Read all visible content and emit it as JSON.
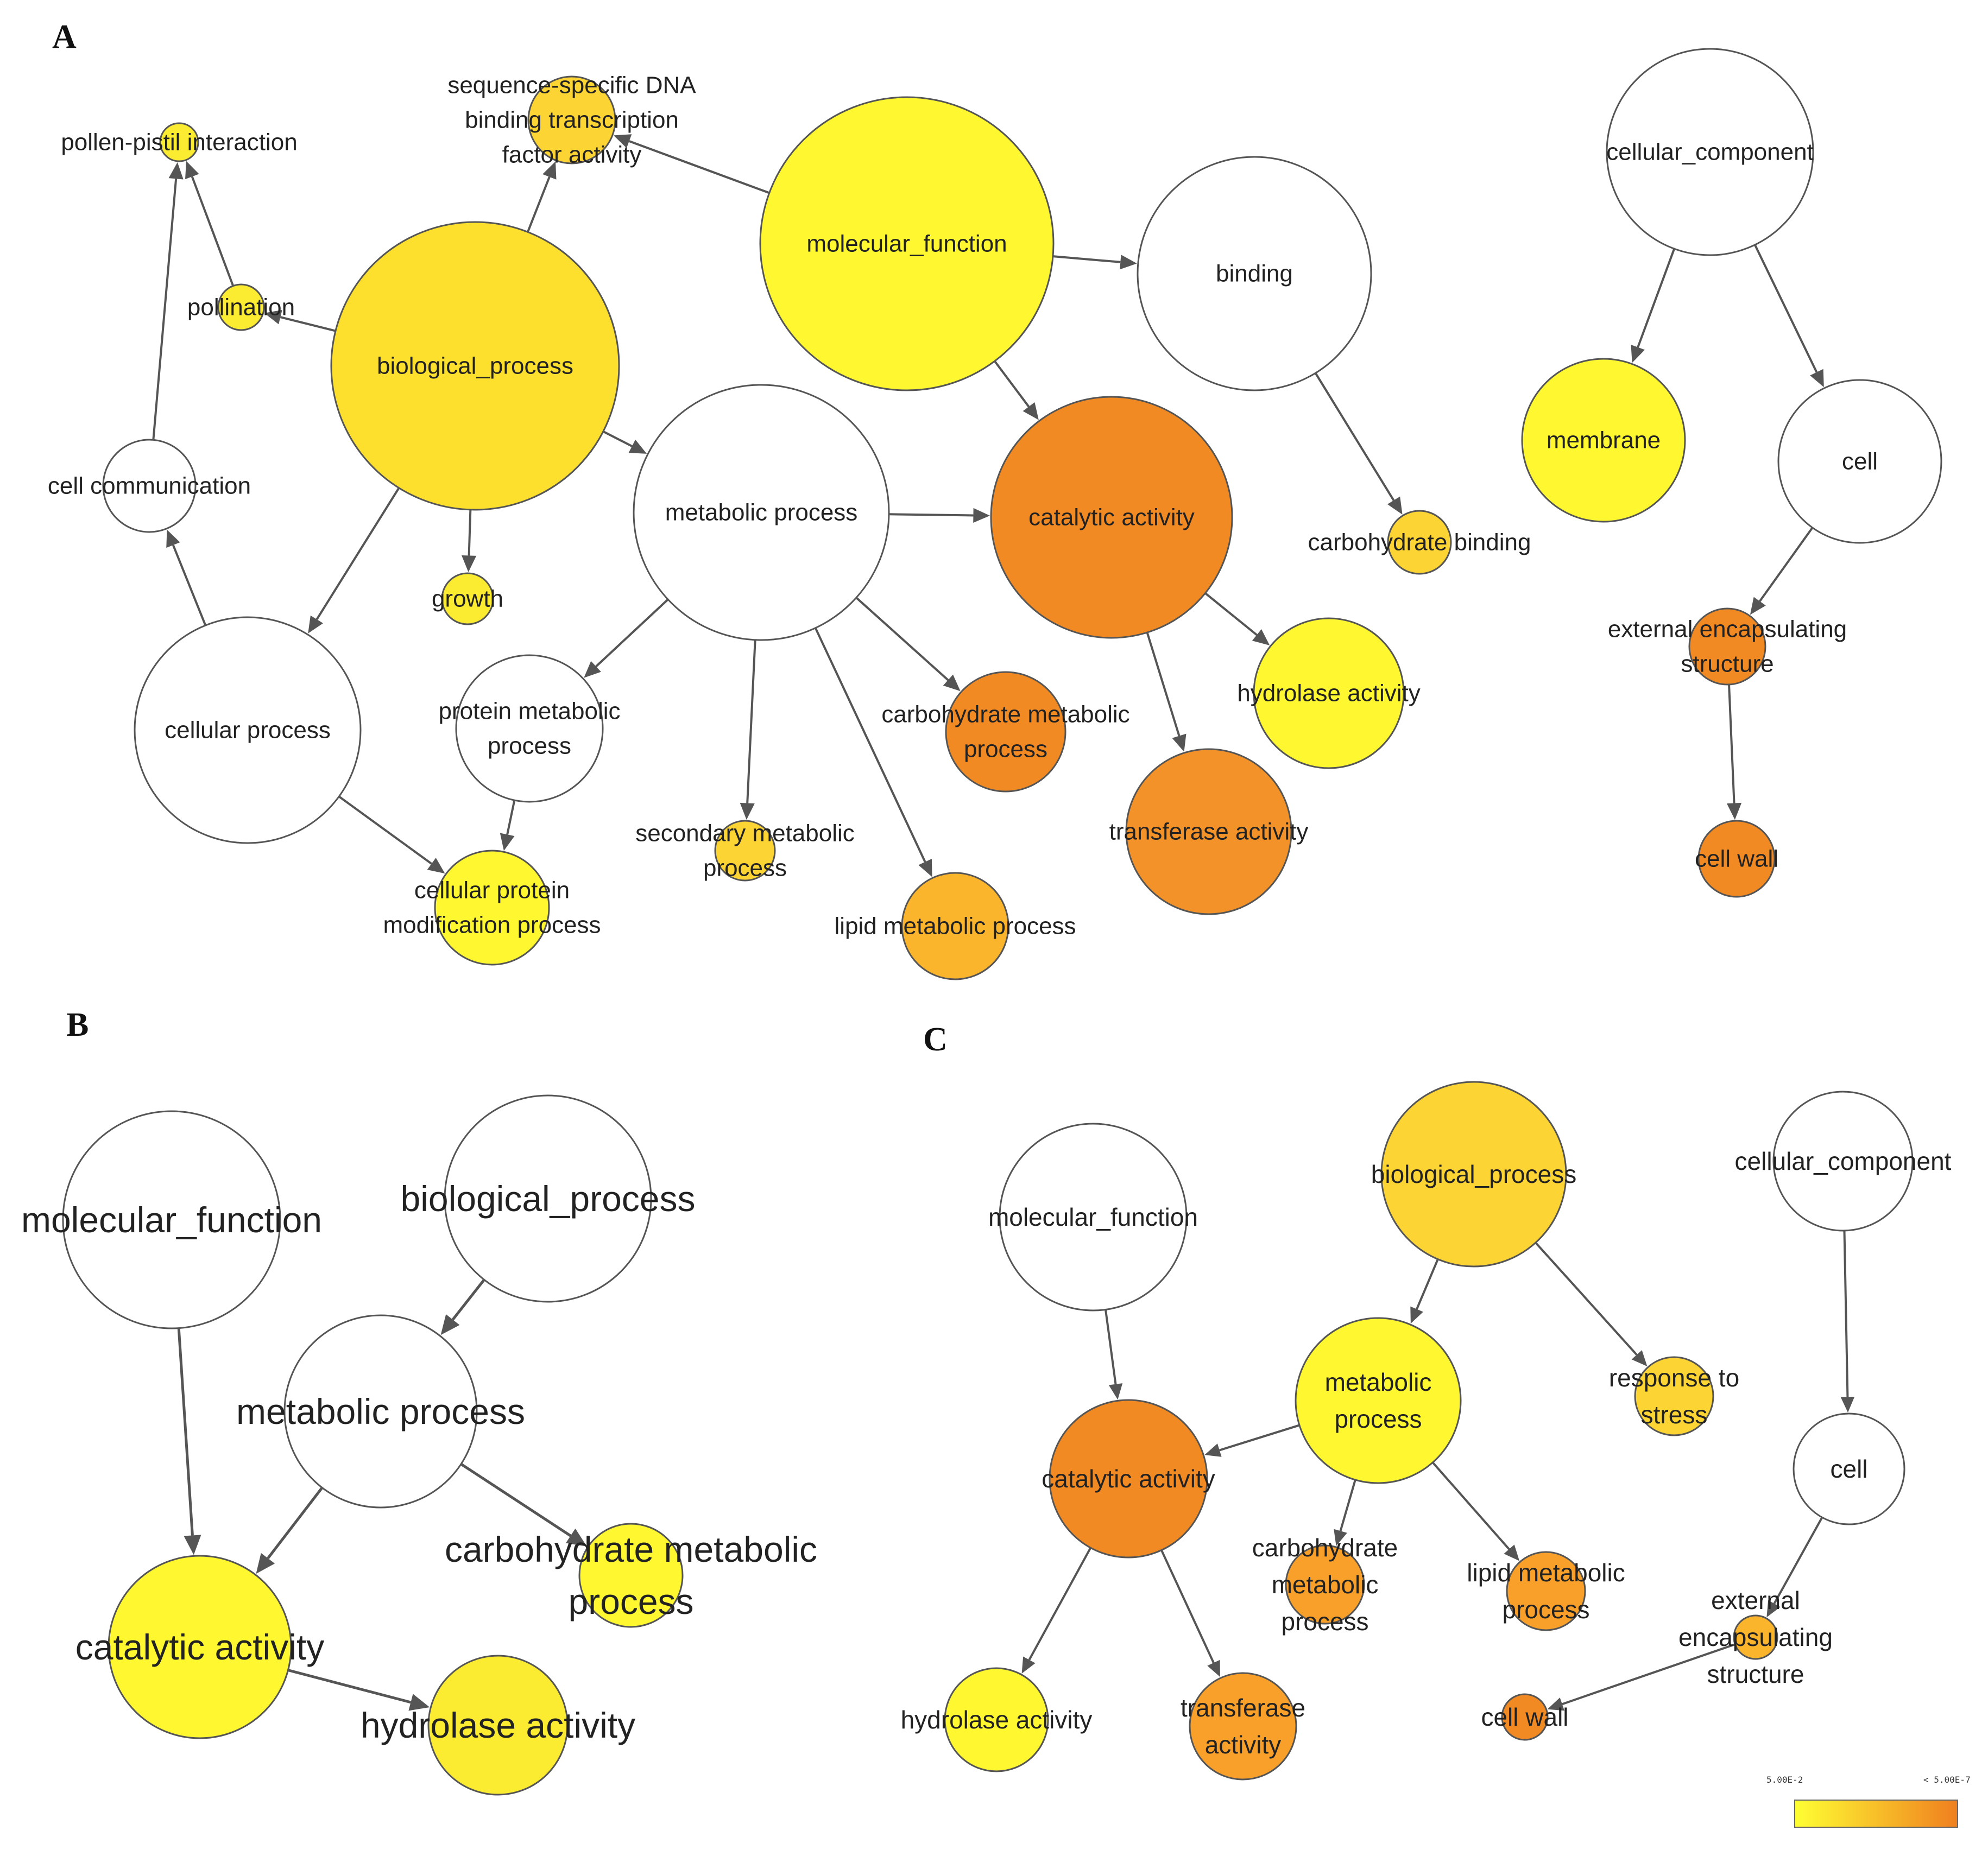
{
  "colors": {
    "white": "#ffffff",
    "yellow": "#fff830",
    "yellow2": "#fbeb31",
    "gold": "#fde02e",
    "gold2": "#fcd433",
    "amber": "#fbb52d",
    "orange": "#f8a02a",
    "dorange": "#f39229",
    "deep": "#f28a24",
    "scale_low": "#ffff33",
    "scale_high": "#f07f1f"
  },
  "panels": [
    {
      "id": "A",
      "nodes": [
        {
          "id": "pollen-pistil",
          "lines": [
            "pollen-pistil interaction"
          ],
          "color": "yellow2"
        },
        {
          "id": "seq-dna",
          "lines": [
            "sequence-specific DNA",
            "binding transcription",
            "factor activity"
          ],
          "color": "gold2"
        },
        {
          "id": "pollination",
          "lines": [
            "pollination"
          ],
          "color": "yellow2"
        },
        {
          "id": "biological",
          "lines": [
            "biological_process"
          ],
          "color": "gold"
        },
        {
          "id": "molecular",
          "lines": [
            "molecular_function"
          ],
          "color": "yellow"
        },
        {
          "id": "binding",
          "lines": [
            "binding"
          ],
          "color": "white"
        },
        {
          "id": "cellular-component",
          "lines": [
            "cellular_component"
          ],
          "color": "white"
        },
        {
          "id": "membrane",
          "lines": [
            "membrane"
          ],
          "color": "yellow"
        },
        {
          "id": "cell",
          "lines": [
            "cell"
          ],
          "color": "white"
        },
        {
          "id": "cell-communication",
          "lines": [
            "cell communication"
          ],
          "color": "white"
        },
        {
          "id": "metabolic",
          "lines": [
            "metabolic process"
          ],
          "color": "white"
        },
        {
          "id": "catalytic",
          "lines": [
            "catalytic activity"
          ],
          "color": "deep"
        },
        {
          "id": "carb-binding",
          "lines": [
            "carbohydrate binding"
          ],
          "color": "gold2"
        },
        {
          "id": "growth",
          "lines": [
            "growth"
          ],
          "color": "yellow2"
        },
        {
          "id": "external",
          "lines": [
            "external encapsulating",
            "structure"
          ],
          "color": "deep"
        },
        {
          "id": "cellular-process",
          "lines": [
            "cellular process"
          ],
          "color": "white"
        },
        {
          "id": "protein-metabolic",
          "lines": [
            "protein metabolic",
            "process"
          ],
          "color": "white"
        },
        {
          "id": "carb-metabolic",
          "lines": [
            "carbohydrate metabolic",
            "process"
          ],
          "color": "deep"
        },
        {
          "id": "hydrolase",
          "lines": [
            "hydrolase activity"
          ],
          "color": "yellow"
        },
        {
          "id": "transferase",
          "lines": [
            "transferase activity"
          ],
          "color": "dorange"
        },
        {
          "id": "secondary",
          "lines": [
            "secondary metabolic",
            "process"
          ],
          "color": "gold2"
        },
        {
          "id": "cellular-protein",
          "lines": [
            "cellular protein",
            "modification process"
          ],
          "color": "yellow"
        },
        {
          "id": "lipid",
          "lines": [
            "lipid metabolic process"
          ],
          "color": "amber"
        },
        {
          "id": "cell-wall",
          "lines": [
            "cell wall"
          ],
          "color": "deep"
        }
      ],
      "edges": [
        [
          "biological",
          "seq-dna"
        ],
        [
          "molecular",
          "seq-dna"
        ],
        [
          "biological",
          "pollination"
        ],
        [
          "pollination",
          "pollen-pistil"
        ],
        [
          "cell-communication",
          "pollen-pistil"
        ],
        [
          "cellular-process",
          "cell-communication"
        ],
        [
          "biological",
          "cellular-process"
        ],
        [
          "biological",
          "growth"
        ],
        [
          "biological",
          "metabolic"
        ],
        [
          "molecular",
          "binding"
        ],
        [
          "molecular",
          "catalytic"
        ],
        [
          "binding",
          "carb-binding"
        ],
        [
          "metabolic",
          "catalytic"
        ],
        [
          "metabolic",
          "protein-metabolic"
        ],
        [
          "metabolic",
          "carb-metabolic"
        ],
        [
          "metabolic",
          "secondary"
        ],
        [
          "metabolic",
          "lipid"
        ],
        [
          "catalytic",
          "hydrolase"
        ],
        [
          "catalytic",
          "transferase"
        ],
        [
          "protein-metabolic",
          "cellular-protein"
        ],
        [
          "cellular-process",
          "cellular-protein"
        ],
        [
          "cellular-component",
          "membrane"
        ],
        [
          "cellular-component",
          "cell"
        ],
        [
          "cell",
          "external"
        ],
        [
          "external",
          "cell-wall"
        ]
      ]
    },
    {
      "id": "B",
      "nodes": [
        {
          "id": "molecular",
          "lines": [
            "molecular_function"
          ],
          "color": "white"
        },
        {
          "id": "biological",
          "lines": [
            "biological_process"
          ],
          "color": "white"
        },
        {
          "id": "metabolic",
          "lines": [
            "metabolic process"
          ],
          "color": "white"
        },
        {
          "id": "catalytic",
          "lines": [
            "catalytic activity"
          ],
          "color": "yellow"
        },
        {
          "id": "carb-metabolic",
          "lines": [
            "carbohydrate metabolic",
            "process"
          ],
          "color": "yellow"
        },
        {
          "id": "hydrolase",
          "lines": [
            "hydrolase activity"
          ],
          "color": "yellow2"
        }
      ],
      "edges": [
        [
          "molecular",
          "catalytic"
        ],
        [
          "biological",
          "metabolic"
        ],
        [
          "metabolic",
          "catalytic"
        ],
        [
          "metabolic",
          "carb-metabolic"
        ],
        [
          "catalytic",
          "hydrolase"
        ]
      ]
    },
    {
      "id": "C",
      "nodes": [
        {
          "id": "molecular",
          "lines": [
            "molecular_function"
          ],
          "color": "white"
        },
        {
          "id": "biological",
          "lines": [
            "biological_process"
          ],
          "color": "gold2"
        },
        {
          "id": "cellular-component",
          "lines": [
            "cellular_component"
          ],
          "color": "white"
        },
        {
          "id": "metabolic",
          "lines": [
            "metabolic",
            "process"
          ],
          "color": "yellow"
        },
        {
          "id": "response",
          "lines": [
            "response to",
            "stress"
          ],
          "color": "gold2"
        },
        {
          "id": "cell",
          "lines": [
            "cell"
          ],
          "color": "white"
        },
        {
          "id": "catalytic",
          "lines": [
            "catalytic activity"
          ],
          "color": "deep"
        },
        {
          "id": "carb-metabolic",
          "lines": [
            "carbohydrate",
            "metabolic",
            "process"
          ],
          "color": "orange"
        },
        {
          "id": "lipid",
          "lines": [
            "lipid metabolic",
            "process"
          ],
          "color": "orange"
        },
        {
          "id": "external",
          "lines": [
            "external",
            "encapsulating",
            "structure"
          ],
          "color": "amber"
        },
        {
          "id": "hydrolase",
          "lines": [
            "hydrolase activity"
          ],
          "color": "yellow"
        },
        {
          "id": "transferase",
          "lines": [
            "transferase",
            "activity"
          ],
          "color": "orange"
        },
        {
          "id": "cell-wall",
          "lines": [
            "cell wall"
          ],
          "color": "deep"
        }
      ],
      "edges": [
        [
          "molecular",
          "catalytic"
        ],
        [
          "biological",
          "metabolic"
        ],
        [
          "biological",
          "response"
        ],
        [
          "metabolic",
          "catalytic"
        ],
        [
          "metabolic",
          "carb-metabolic"
        ],
        [
          "metabolic",
          "lipid"
        ],
        [
          "catalytic",
          "hydrolase"
        ],
        [
          "catalytic",
          "transferase"
        ],
        [
          "cellular-component",
          "cell"
        ],
        [
          "cell",
          "external"
        ],
        [
          "external",
          "cell-wall"
        ]
      ]
    }
  ],
  "legend": {
    "low_label": "5.00E-2",
    "high_label": "< 5.00E-7"
  }
}
